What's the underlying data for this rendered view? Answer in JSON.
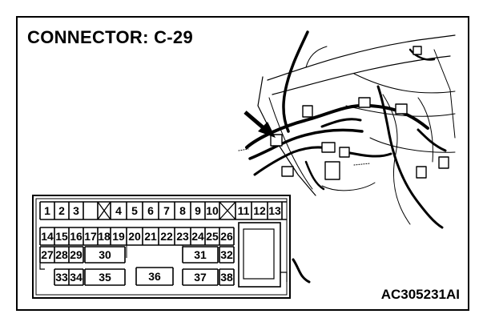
{
  "title": "CONNECTOR: C-29",
  "figure_code": "AC305231AI",
  "connector": {
    "pins": [
      "1",
      "2",
      "3",
      "4",
      "5",
      "6",
      "7",
      "8",
      "9",
      "10",
      "11",
      "12",
      "13",
      "14",
      "15",
      "16",
      "17",
      "18",
      "19",
      "20",
      "21",
      "22",
      "23",
      "24",
      "25",
      "26",
      "27",
      "28",
      "29",
      "30",
      "31",
      "32",
      "33",
      "34",
      "35",
      "36",
      "37",
      "38"
    ]
  }
}
